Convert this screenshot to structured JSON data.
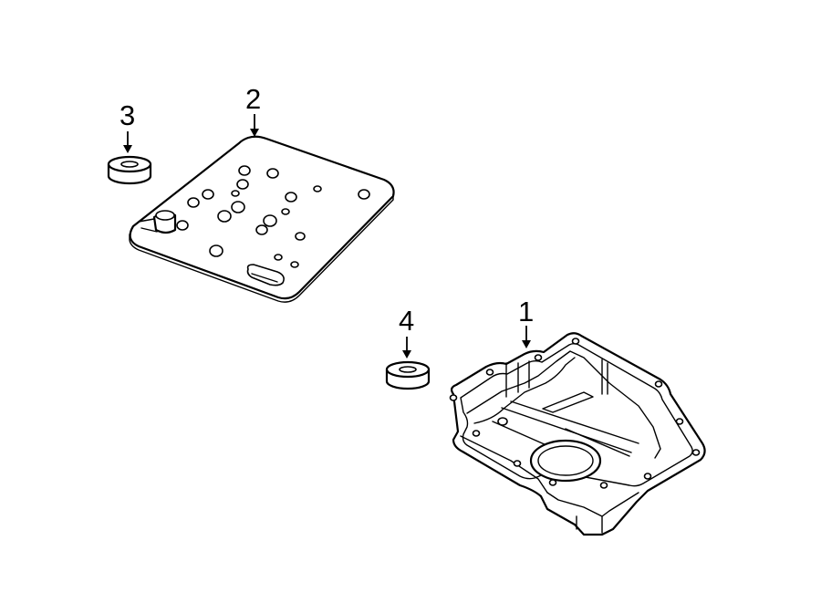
{
  "callouts": [
    {
      "id": "1",
      "label": "1"
    },
    {
      "id": "2",
      "label": "2"
    },
    {
      "id": "3",
      "label": "3"
    },
    {
      "id": "4",
      "label": "4"
    }
  ],
  "parts": [
    {
      "callout": "1",
      "kind": "transmission oil pan"
    },
    {
      "callout": "2",
      "kind": "transmission filter"
    },
    {
      "callout": "3",
      "kind": "grommet seal"
    },
    {
      "callout": "4",
      "kind": "grommet seal"
    }
  ],
  "colors": {
    "line": "#000000",
    "background": "#ffffff"
  }
}
